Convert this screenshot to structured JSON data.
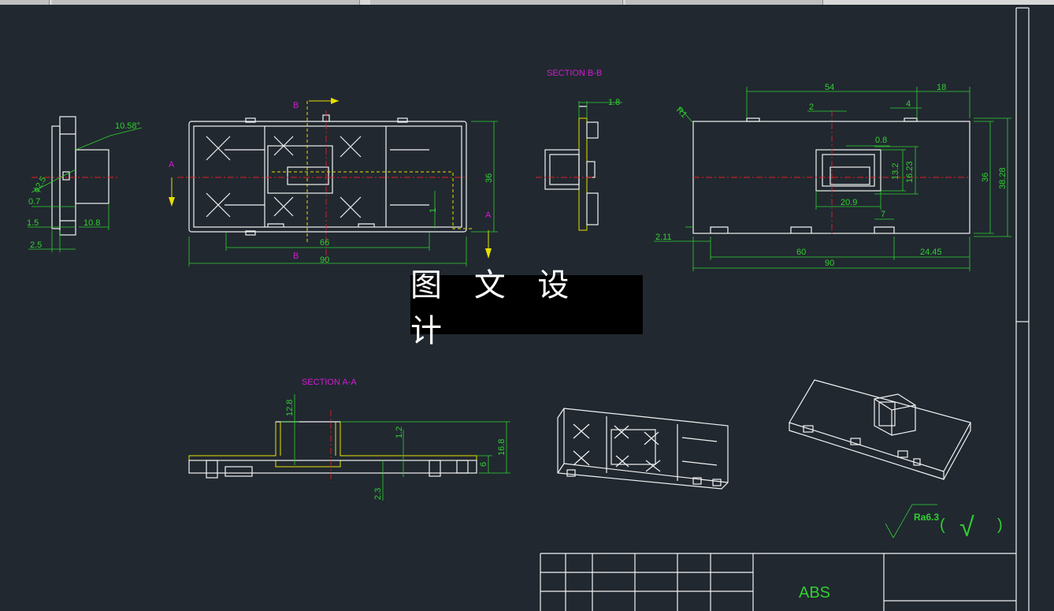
{
  "watermark": "图 文 设 计",
  "sections": {
    "bb": "SECTION B-B",
    "aa": "SECTION A-A"
  },
  "cut_letters": {
    "a": "A",
    "b": "B"
  },
  "left_view": {
    "angle": "10.58°",
    "hole": "ϕ2.5",
    "d07": "0.7",
    "d15": "1.5",
    "d108": "10.8",
    "d25": "2.5"
  },
  "top_view": {
    "width": "90",
    "inner": "66",
    "height": "36",
    "small": "1"
  },
  "bb_view": {
    "thick": "1.8"
  },
  "right_view": {
    "radius": "R1",
    "d54": "54",
    "d18": "18",
    "d2": "2",
    "d4": "4",
    "d08": "0.8",
    "d132": "13.2",
    "d1623": "16.23",
    "d209": "20.9",
    "d7": "7",
    "d36": "36",
    "d3828": "38.28",
    "d211": "2.11",
    "d60": "60",
    "d2445": "24.45",
    "d90": "90"
  },
  "aa_view": {
    "d128": "12.8",
    "d12": "1.2",
    "d168": "16.8",
    "d6": "6",
    "d23": "2.3"
  },
  "roughness": {
    "label": "Ra6.3",
    "open": "(",
    "check": "√",
    "close": ")"
  },
  "title_block": {
    "material": "ABS"
  },
  "colors": {
    "background": "#212830",
    "outline": "#f2f2f2",
    "dimension": "#2fd12f",
    "centerline": "#e0201e",
    "section": "#e8e000",
    "label": "#d21bd2"
  }
}
